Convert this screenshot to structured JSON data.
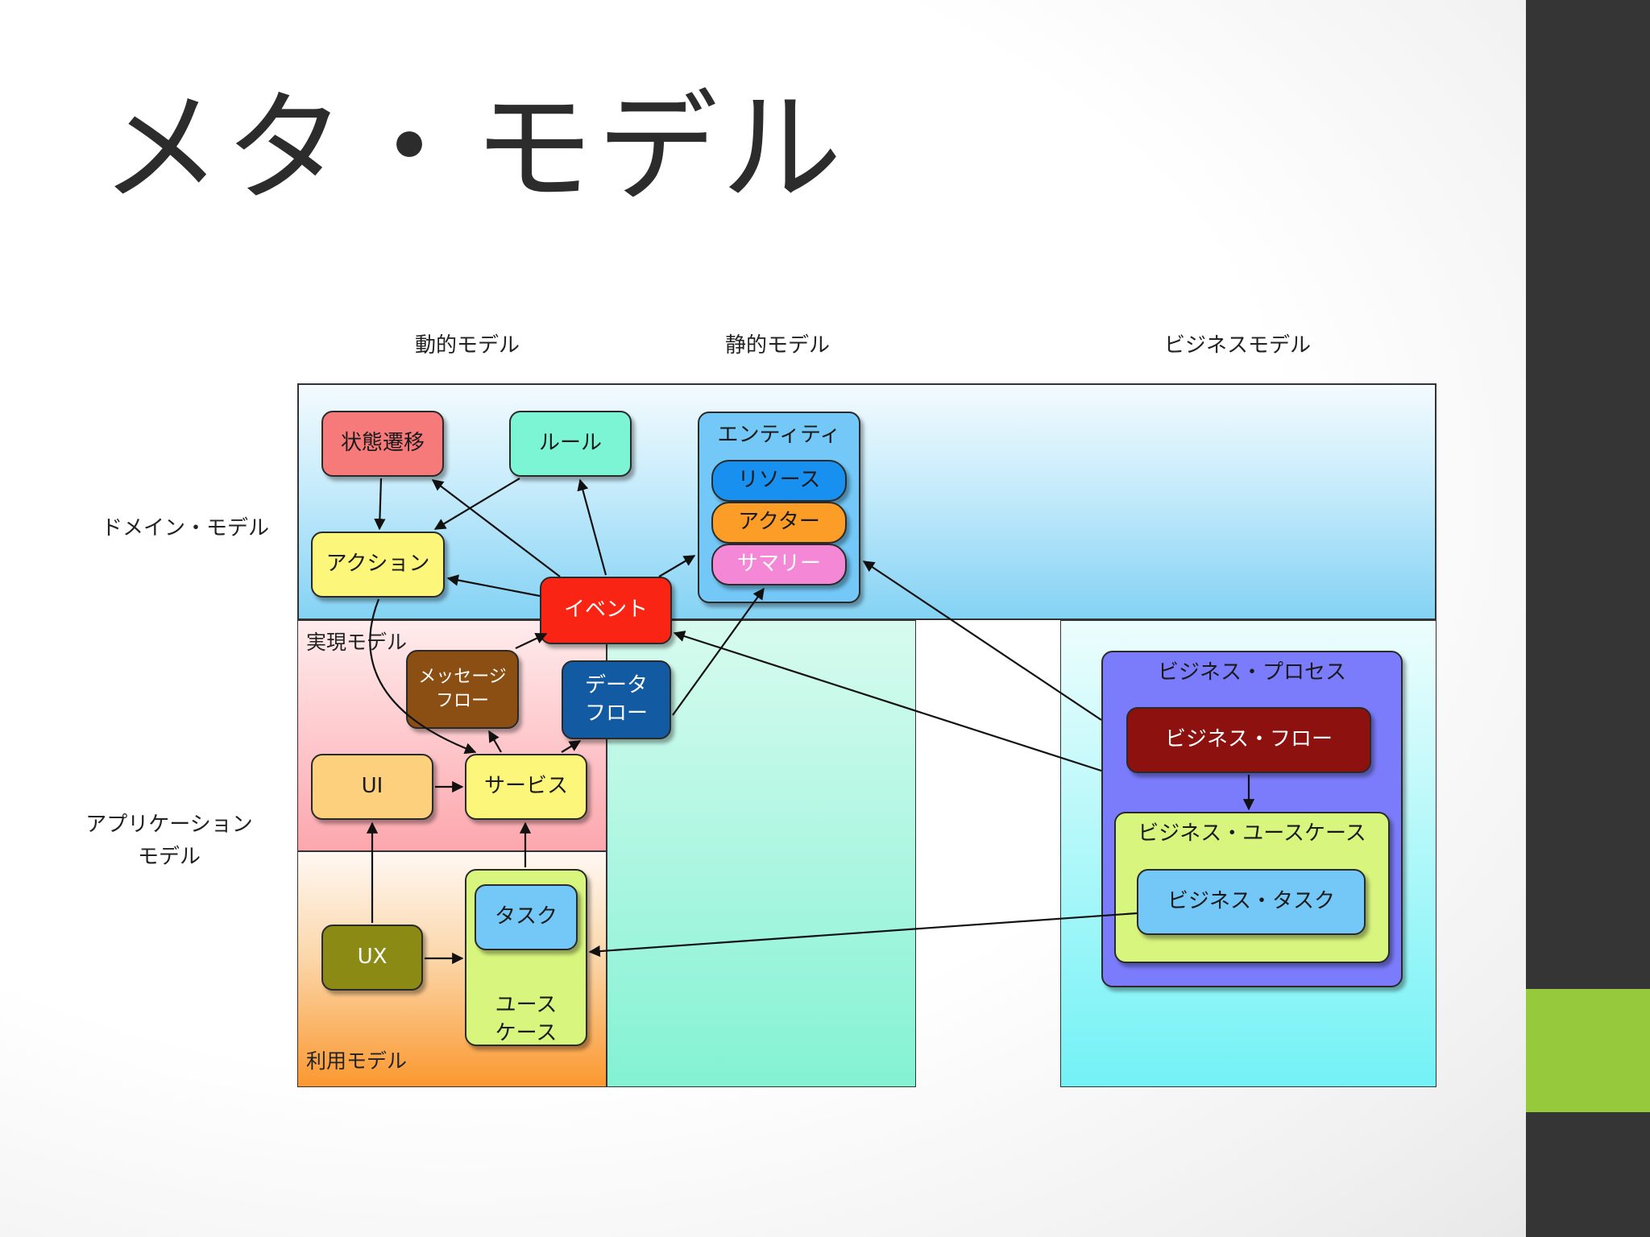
{
  "slide": {
    "title": "メタ・モデル",
    "colors": {
      "sidebar": "#353535",
      "accent": "#97c93c"
    }
  },
  "diagram": {
    "column_headers": {
      "dynamic": "動的モデル",
      "static": "静的モデル",
      "business": "ビジネスモデル"
    },
    "row_labels": {
      "domain": "ドメイン・モデル",
      "application": "アプリケーション\nモデル"
    },
    "regions": {
      "implementation": "実現モデル",
      "usage": "利用モデル"
    },
    "nodes": {
      "state_transition": "状態遷移",
      "rule": "ルール",
      "entity": "エンティティ",
      "resource": "リソース",
      "actor": "アクター",
      "summary": "サマリー",
      "action": "アクション",
      "event": "イベント",
      "message_flow": "メッセージ\nフロー",
      "data_flow": "データ\nフロー",
      "ui": "UI",
      "service": "サービス",
      "ux": "UX",
      "task": "タスク",
      "usecase": "ユース\nケース",
      "business_process": "ビジネス・プロセス",
      "business_flow": "ビジネス・フロー",
      "business_usecase": "ビジネス・ユースケース",
      "business_task": "ビジネス・タスク"
    }
  }
}
